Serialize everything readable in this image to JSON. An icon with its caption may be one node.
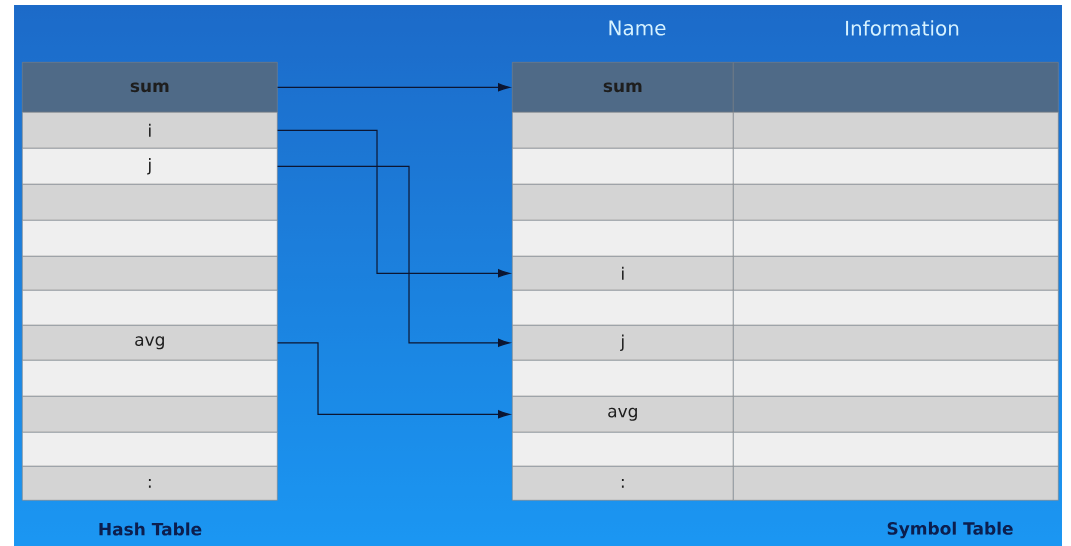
{
  "diagram": {
    "nodes": [
      {
        "text": [
          "sum"
        ]
      },
      {
        "text": [
          "i"
        ]
      },
      {
        "text": [
          "j"
        ]
      },
      {
        "text": [],
        "shape": "box"
      },
      {
        "text": [],
        "shape": "box"
      },
      {
        "text": [],
        "shape": "box"
      },
      {
        "text": [],
        "shape": "box"
      },
      {
        "text": [
          "avg"
        ]
      },
      {
        "text": [],
        "shape": "box"
      },
      {
        "text": [],
        "shape": "box"
      },
      {
        "text": [],
        "shape": "box"
      },
      {
        "text": [
          ":"
        ]
      },
      {
        "text": [
          "sum"
        ]
      },
      {
        "text": [],
        "shape": "box"
      },
      {
        "text": [],
        "shape": "box"
      },
      {
        "text": [],
        "shape": "box"
      },
      {
        "text": [],
        "shape": "box"
      },
      {
        "text": [
          "i"
        ]
      },
      {
        "text": [],
        "shape": "box"
      },
      {
        "text": [
          "j"
        ]
      },
      {
        "text": [],
        "shape": "box"
      },
      {
        "text": [
          "avg"
        ]
      },
      {
        "text": [],
        "shape": "box"
      },
      {
        "text": [
          ":"
        ]
      },
      {
        "text": [],
        "shape": "box"
      },
      {
        "text": [],
        "shape": "box"
      },
      {
        "text": [],
        "shape": "box"
      },
      {
        "text": [],
        "shape": "box"
      },
      {
        "text": [],
        "shape": "box"
      },
      {
        "text": [],
        "shape": "box"
      },
      {
        "text": [],
        "shape": "box"
      },
      {
        "text": [],
        "shape": "box"
      },
      {
        "text": [],
        "shape": "box"
      },
      {
        "text": [],
        "shape": "box"
      },
      {
        "text": [],
        "shape": "box"
      },
      {
        "text": [],
        "shape": "box"
      }
    ],
    "edges": [
      {
        "from": 0,
        "to": 12,
        "arrow": "to"
      },
      {
        "from": 1,
        "to": 17,
        "arrow": "to"
      },
      {
        "from": 2,
        "to": 19,
        "arrow": "to"
      },
      {
        "from": 7,
        "to": 21,
        "arrow": "to"
      }
    ],
    "labels": [
      "Name",
      "Information",
      "Hash Table",
      "Symbol Table"
    ]
  }
}
